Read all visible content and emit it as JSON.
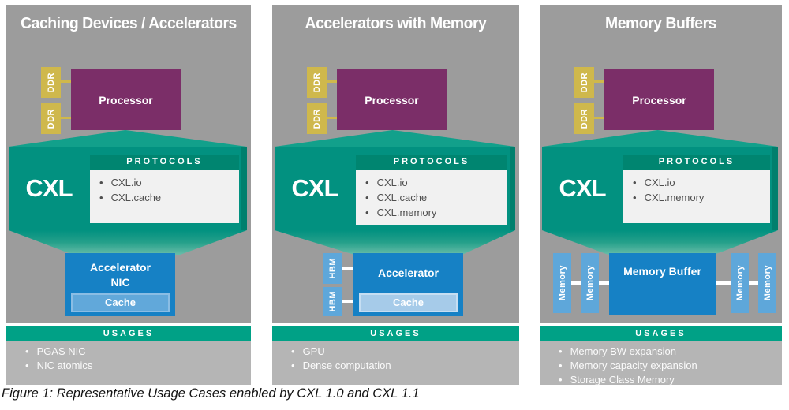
{
  "figure_caption": "Figure 1: Representative Usage Cases enabled by CXL 1.0 and CXL 1.1",
  "colors": {
    "panel_gray": "#9c9c9c",
    "usages_gray": "#b5b5b5",
    "cxl_teal": "#029180",
    "protocols_header_teal": "#008570",
    "funnel_light_teal": "#12a08b",
    "usages_bar_teal": "#00a186",
    "processor_purple": "#7b2e68",
    "ddr_gold": "#cfb84c",
    "device_blue": "#1681c5",
    "memory_light_blue": "#5ea7da",
    "cache_pale_blue": "#a6cbe9"
  },
  "panels": [
    {
      "title": "Caching Devices / Accelerators",
      "ddr_labels": [
        "DDR",
        "DDR"
      ],
      "processor_label": "Processor",
      "cxl_label": "CXL",
      "protocols_title": "PROTOCOLS",
      "protocols": [
        "CXL.io",
        "CXL.cache"
      ],
      "device_lines": [
        "Accelerator",
        "NIC"
      ],
      "cache_label": "Cache",
      "usages_title": "USAGES",
      "usages": [
        "PGAS NIC",
        "NIC atomics"
      ]
    },
    {
      "title": "Accelerators with Memory",
      "ddr_labels": [
        "DDR",
        "DDR"
      ],
      "processor_label": "Processor",
      "cxl_label": "CXL",
      "protocols_title": "PROTOCOLS",
      "protocols": [
        "CXL.io",
        "CXL.cache",
        "CXL.memory"
      ],
      "hbm_labels": [
        "HBM",
        "HBM"
      ],
      "device_lines": [
        "Accelerator"
      ],
      "cache_label": "Cache",
      "usages_title": "USAGES",
      "usages": [
        "GPU",
        "Dense computation"
      ]
    },
    {
      "title": "Memory Buffers",
      "ddr_labels": [
        "DDR",
        "DDR"
      ],
      "processor_label": "Processor",
      "cxl_label": "CXL",
      "protocols_title": "PROTOCOLS",
      "protocols": [
        "CXL.io",
        "CXL.memory"
      ],
      "memory_labels": [
        "Memory",
        "Memory",
        "Memory",
        "Memory"
      ],
      "device_lines": [
        "Memory Buffer"
      ],
      "usages_title": "USAGES",
      "usages": [
        "Memory BW expansion",
        "Memory capacity expansion",
        "Storage Class Memory"
      ]
    }
  ]
}
